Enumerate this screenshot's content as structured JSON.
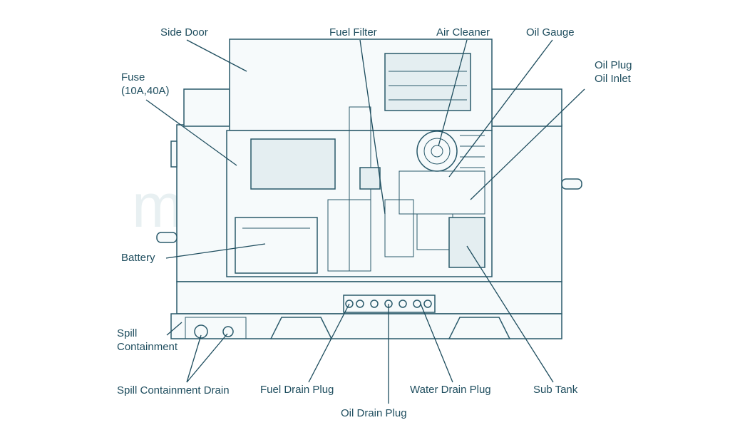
{
  "labels": {
    "side_door": "Side Door",
    "fuse_line1": "Fuse",
    "fuse_line2": "(10A,40A)",
    "fuel_filter": "Fuel Filter",
    "air_cleaner": "Air Cleaner",
    "oil_gauge": "Oil Gauge",
    "oil_plug": "Oil Plug",
    "oil_inlet": "Oil Inlet",
    "battery": "Battery",
    "spill_line1": "Spill",
    "spill_line2": "Containment",
    "spill_drain": "Spill Containment Drain",
    "fuel_drain_plug": "Fuel Drain Plug",
    "oil_drain_plug": "Oil Drain Plug",
    "water_drain_plug": "Water Drain Plug",
    "sub_tank": "Sub Tank"
  },
  "watermark": "mymachinery"
}
